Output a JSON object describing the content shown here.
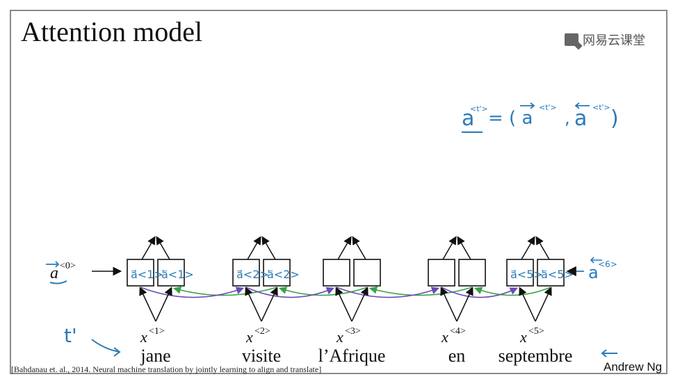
{
  "title": "Attention model",
  "brand": "网易云课堂",
  "citation": "[Bahdanau et. al., 2014. Neural machine translation by jointly learning to align and translate]",
  "author": "Andrew Ng",
  "a0_label": "a",
  "a0_sup": "<0>",
  "a6_label": "a",
  "a6_sup": "<6>",
  "tprime": "t'",
  "formula": {
    "lhs": "a",
    "lhs_sup": "<t'>",
    "rhs": "= ( a",
    "rhs_sup1": "<t'>",
    "comma": ",",
    "rhs2": "a",
    "rhs_sup2": "<t'>",
    "close": ")"
  },
  "inputs": [
    {
      "var": "x",
      "sup": "<1>",
      "word": "jane",
      "fwd": "a⃗<1>",
      "bwd": "a⃖<1>"
    },
    {
      "var": "x",
      "sup": "<2>",
      "word": "visite",
      "fwd": "a⃗<2>",
      "bwd": "a⃖<2>"
    },
    {
      "var": "x",
      "sup": "<3>",
      "word": "l’Afrique",
      "fwd": "",
      "bwd": ""
    },
    {
      "var": "x",
      "sup": "<4>",
      "word": "en",
      "fwd": "",
      "bwd": ""
    },
    {
      "var": "x",
      "sup": "<5>",
      "word": "septembre",
      "fwd": "a⃗<5>",
      "bwd": "a⃖<5>"
    }
  ],
  "colors": {
    "forward_arrow": "#6a4bb3",
    "backward_arrow": "#3aa24a",
    "handwriting": "#2a7ab8"
  }
}
